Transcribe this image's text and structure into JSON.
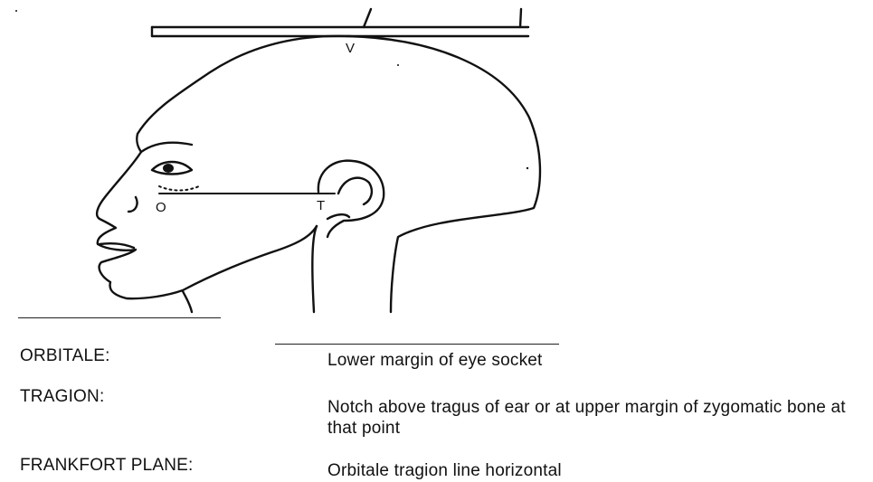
{
  "figure": {
    "vertex_label": "V",
    "orbitale_label": "O",
    "tragion_label": "T"
  },
  "definitions": [
    {
      "term": "ORBITALE:",
      "definition": "Lower margin of eye socket"
    },
    {
      "term": "TRAGION:",
      "definition": "Notch above tragus of ear or at upper margin of zygomatic bone at that point"
    },
    {
      "term": "FRANKFORT PLANE:",
      "definition": "Orbitale tragion line horizontal"
    }
  ],
  "colors": {
    "ink": "#111111",
    "background": "#ffffff"
  }
}
